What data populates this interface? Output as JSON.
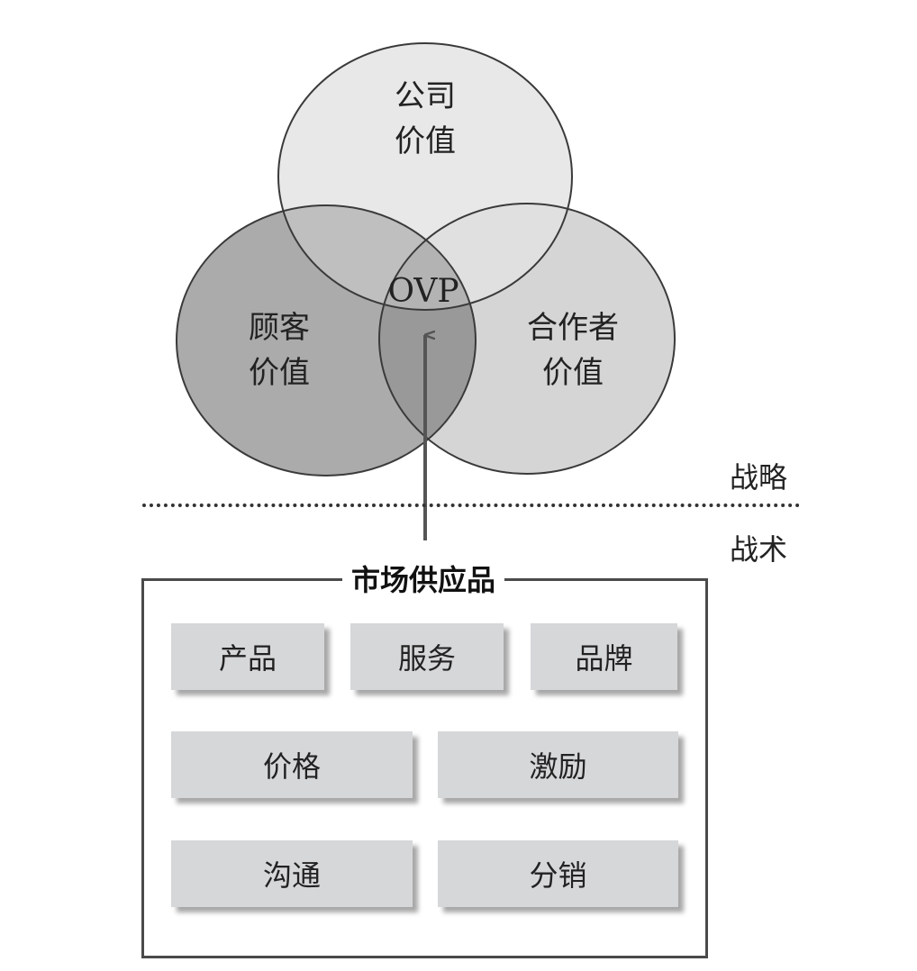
{
  "venn": {
    "company": {
      "line1": "公司",
      "line2": "价值"
    },
    "customer": {
      "line1": "顾客",
      "line2": "价值"
    },
    "partner": {
      "line1": "合作者",
      "line2": "价值"
    },
    "center": "OVP"
  },
  "levels": {
    "strategy": "战略",
    "tactics": "战术"
  },
  "offering": {
    "title": "市场供应品",
    "items": [
      "产品",
      "服务",
      "品牌",
      "价格",
      "激励",
      "沟通",
      "分销"
    ]
  },
  "colors": {
    "company_circle": "#e8e8e8",
    "customer_circle": "#ababab",
    "partner_circle": "#d5d5d5",
    "pair_overlap": "#bfbfbf",
    "center_overlap": "#999999",
    "tile": "#d6d7d9",
    "outline": "#3a3a3a"
  }
}
